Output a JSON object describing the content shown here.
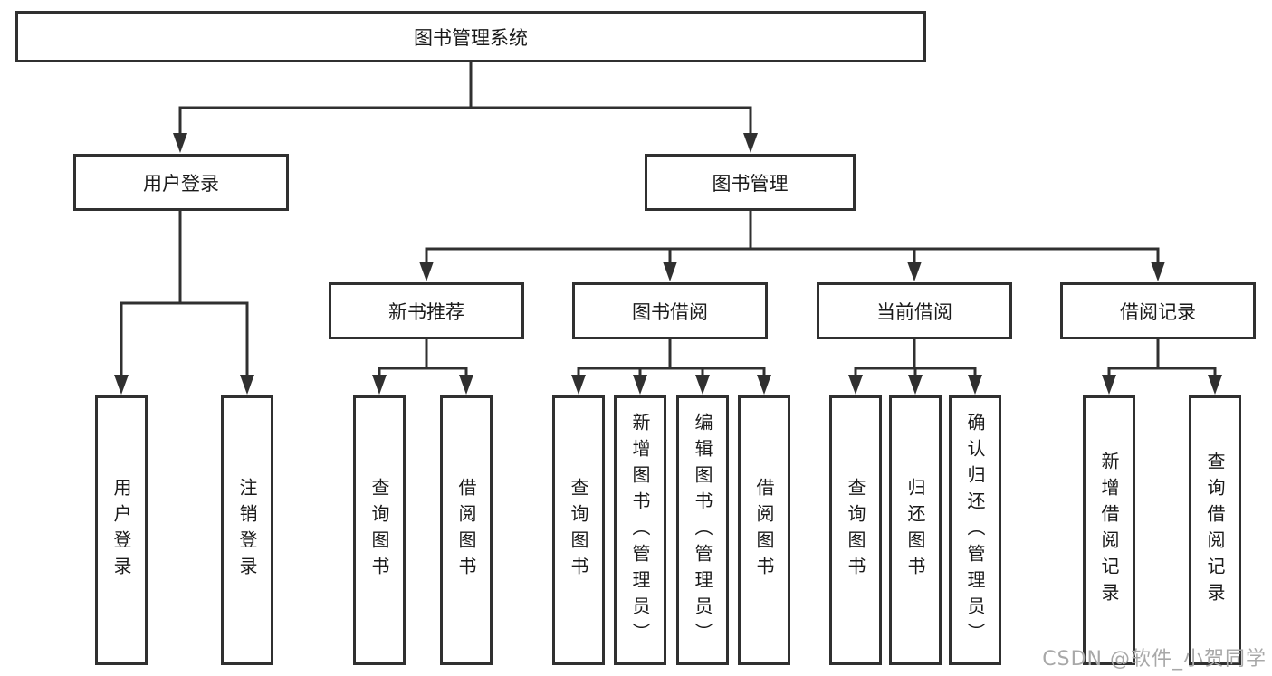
{
  "diagram": {
    "root": {
      "label": "图书管理系统"
    },
    "level2": [
      {
        "label": "用户登录"
      },
      {
        "label": "图书管理"
      }
    ],
    "level3": [
      {
        "label": "新书推荐"
      },
      {
        "label": "图书借阅"
      },
      {
        "label": "当前借阅"
      },
      {
        "label": "借阅记录"
      }
    ],
    "leaves": [
      {
        "label": "用户登录",
        "parent": "用户登录"
      },
      {
        "label": "注销登录",
        "parent": "用户登录"
      },
      {
        "label": "查询图书",
        "parent": "新书推荐"
      },
      {
        "label": "借阅图书",
        "parent": "新书推荐"
      },
      {
        "label": "查询图书",
        "parent": "图书借阅"
      },
      {
        "label": "新增图书（管理员）",
        "parent": "图书借阅"
      },
      {
        "label": "编辑图书（管理员）",
        "parent": "图书借阅"
      },
      {
        "label": "借阅图书",
        "parent": "图书借阅"
      },
      {
        "label": "查询图书",
        "parent": "当前借阅"
      },
      {
        "label": "归还图书",
        "parent": "当前借阅"
      },
      {
        "label": "确认归还（管理员）",
        "parent": "当前借阅"
      },
      {
        "label": "新增借阅记录",
        "parent": "借阅记录"
      },
      {
        "label": "查询借阅记录",
        "parent": "借阅记录"
      }
    ]
  },
  "watermark": "CSDN @软件_小贺同学",
  "colors": {
    "line": "#303030",
    "text": "#1a1a1a",
    "watermark": "#a8a8a8",
    "background": "#ffffff"
  }
}
